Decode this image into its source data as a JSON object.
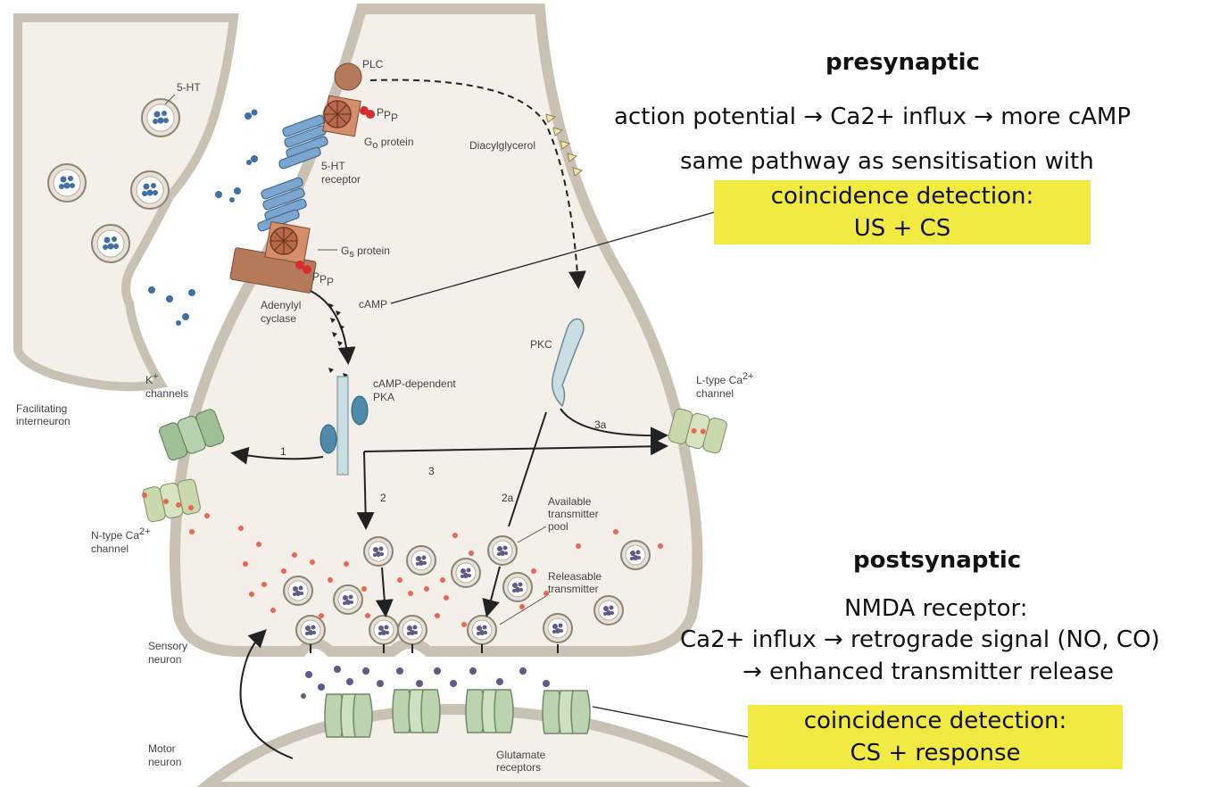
{
  "diagram_labels": {
    "plc": "PLC",
    "ppp": "P",
    "go_protein": "G",
    "go_sub": "o",
    "go_rest": " protein",
    "gs_protein": "G",
    "gs_sub": "s",
    "gs_rest": " protein",
    "ht_receptor": [
      "5-HT",
      "receptor"
    ],
    "ht": "5-HT",
    "diacylglycerol": "Diacylglycerol",
    "adenylyl_cyclase": [
      "Adenylyl",
      "cyclase"
    ],
    "camp": "cAMP",
    "camp_pka": [
      "cAMP-dependent",
      "PKA"
    ],
    "pkc": "PKC",
    "k_channels": [
      "K",
      "channels"
    ],
    "k_sup": "+",
    "facilitating_interneuron": [
      "Facilitating",
      "interneuron"
    ],
    "l_type": [
      "L-type Ca",
      "channel"
    ],
    "n_type": [
      "N-type Ca",
      "channel"
    ],
    "ca_sup": "2+",
    "available_pool": [
      "Available",
      "transmitter",
      "pool"
    ],
    "releasable": [
      "Releasable",
      "transmitter"
    ],
    "sensory_neuron": [
      "Sensory",
      "neuron"
    ],
    "motor_neuron": [
      "Motor",
      "neuron"
    ],
    "glutamate_receptors": [
      "Glutamate",
      "receptors"
    ],
    "paths": {
      "p1": "1",
      "p2": "2",
      "p2a": "2a",
      "p3": "3",
      "p3a": "3a"
    }
  },
  "annotations": {
    "presynaptic": {
      "heading": "presynaptic",
      "line1": "action potential → Ca2+ influx → more cAMP",
      "line2": "same pathway as sensitisation with",
      "box_line1": "coincidence detection:",
      "box_line2": "US + CS"
    },
    "postsynaptic": {
      "heading": "postsynaptic",
      "line1": "NMDA receptor:",
      "line2": "Ca2+ influx → retrograde signal (NO, CO)",
      "line3": "→ enhanced transmitter release",
      "box_line1": "coincidence detection:",
      "box_line2": "CS + response"
    }
  },
  "colors": {
    "cytoplasm": "#f4efe8",
    "membrane": "#c9c1b4",
    "highlight": "#f0ea42",
    "receptor_blue": "#7aa6cf",
    "channel_green": "#c9d8ad",
    "glut_green": "#bcd3b0",
    "enzyme_brown": "#b47a5a",
    "calcium": "#e8674d",
    "pkc_blue": "#c9dde3"
  }
}
